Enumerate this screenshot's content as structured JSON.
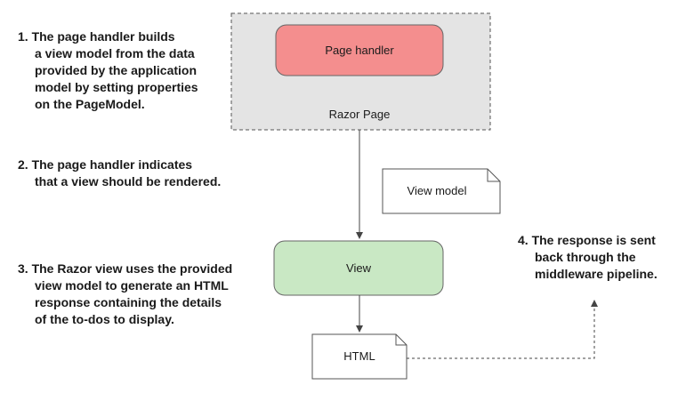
{
  "razor_page": {
    "label": "Razor Page",
    "page_handler_label": "Page handler"
  },
  "view_model": {
    "label": "View model"
  },
  "view": {
    "label": "View"
  },
  "html_doc": {
    "label": "HTML"
  },
  "steps": {
    "step1": [
      "1. The page handler builds",
      "a view model from the data",
      "provided by the application",
      "model by setting properties",
      "on the PageModel."
    ],
    "step2": [
      "2. The page handler indicates",
      "that a view should be rendered."
    ],
    "step3": [
      "3. The Razor view uses the provided",
      "view model to generate an HTML",
      "response containing the details",
      "of the to-dos to display."
    ],
    "step4": [
      "4. The response is sent",
      "back through the",
      "middleware pipeline."
    ]
  },
  "colors": {
    "razor_page_fill": "#e4e4e4",
    "page_handler_fill": "#f48e8e",
    "view_fill": "#c9e8c4",
    "stroke": "#555555"
  }
}
